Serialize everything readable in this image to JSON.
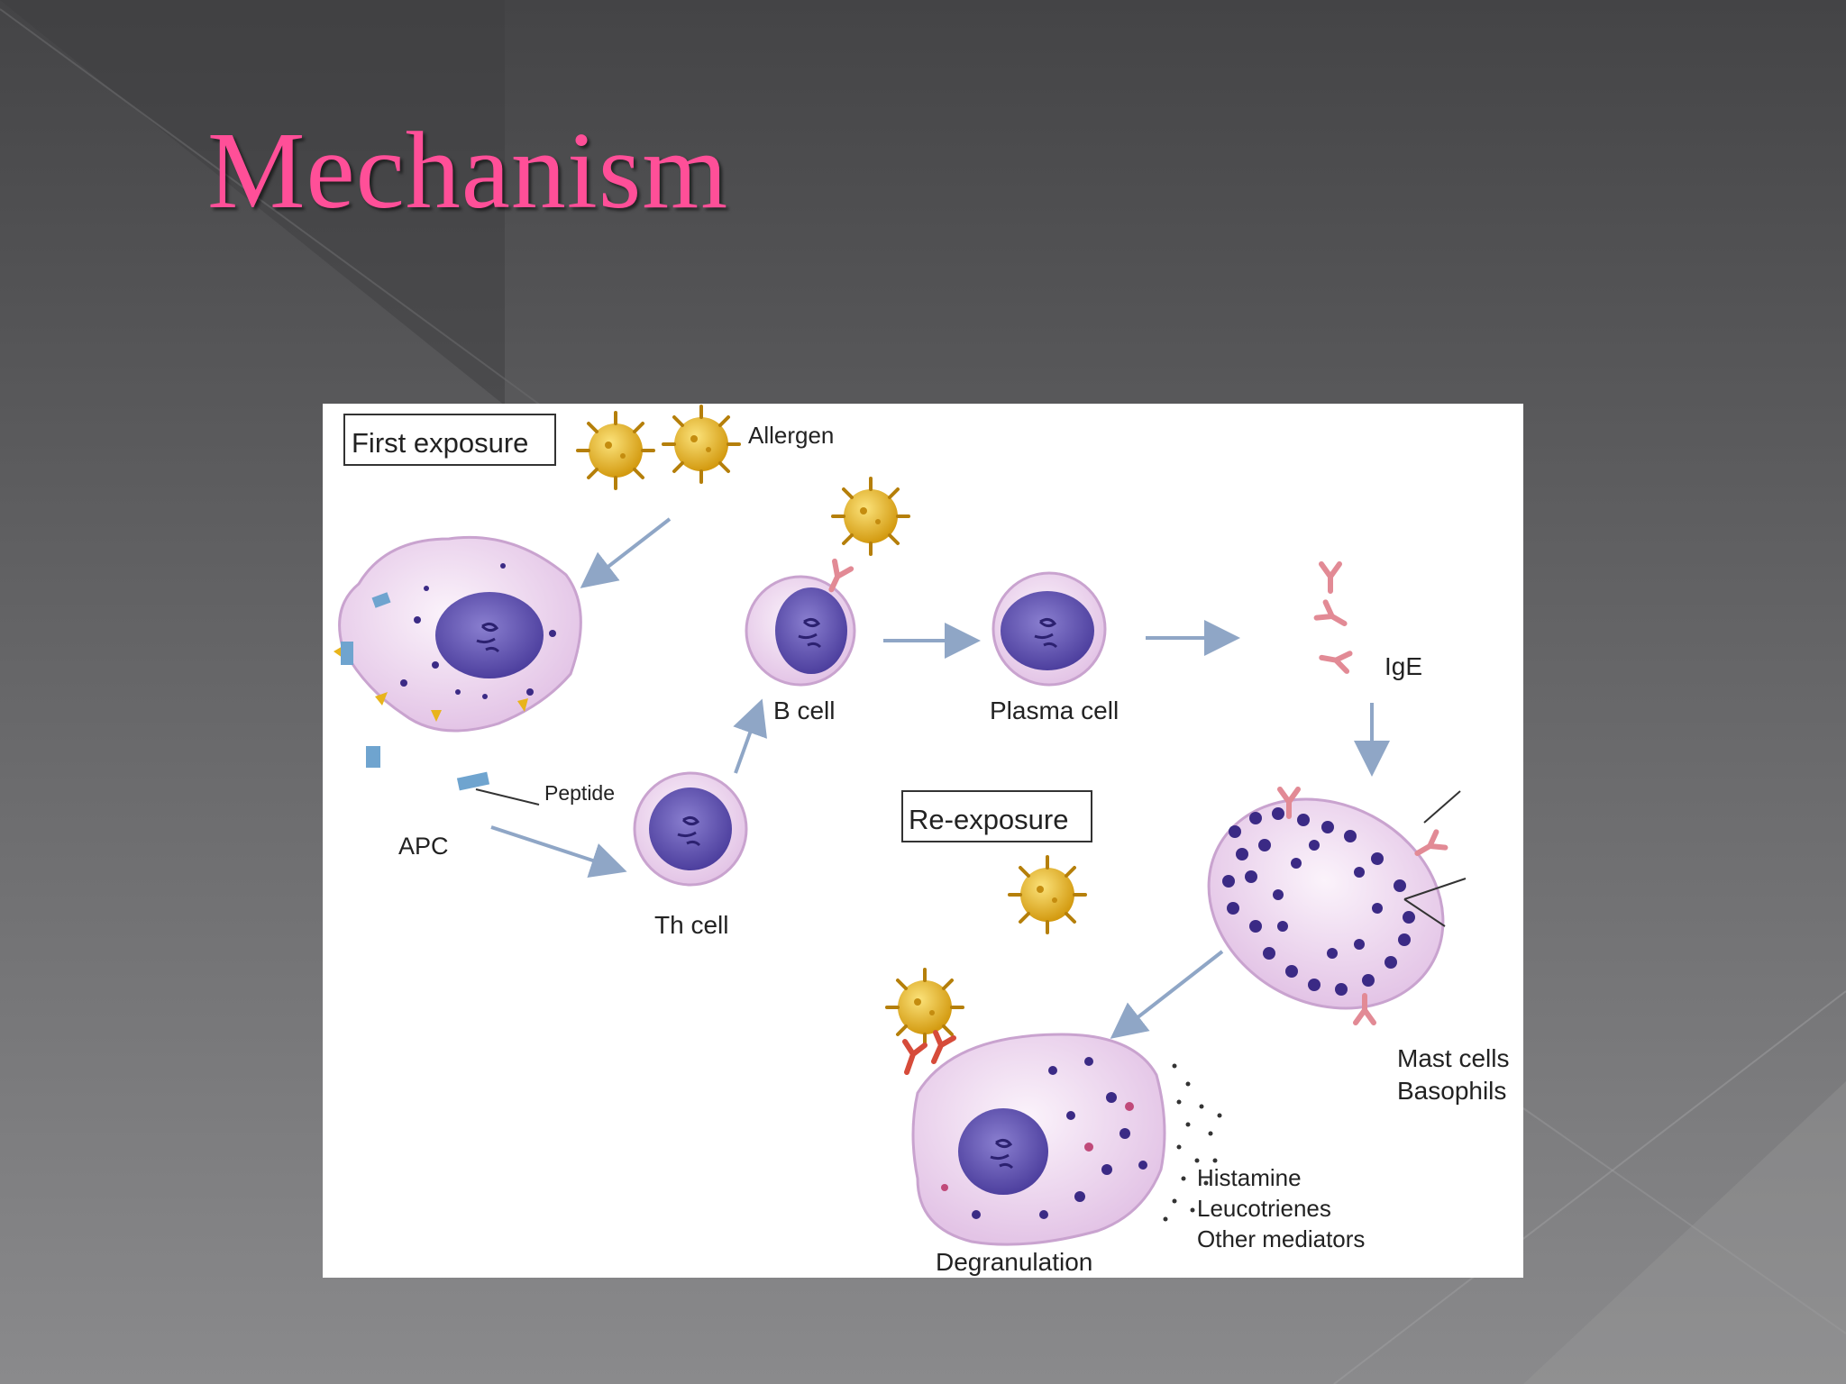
{
  "slide": {
    "title": "Mechanism",
    "title_color": "#ff4f98",
    "background_color": "#4a4a4c"
  },
  "figure": {
    "first_exposure": "First exposure",
    "re_exposure": "Re-exposure",
    "allergen": "Allergen",
    "apc": "APC",
    "peptide": "Peptide",
    "th_cell": "Th cell",
    "b_cell": "B cell",
    "plasma_cell": "Plasma cell",
    "ige": "IgE",
    "mast_cells": "Mast cells",
    "basophils": "Basophils",
    "degranulation": "Degranulation",
    "mediators": [
      "Histamine",
      "Leucotrienes",
      "Other mediators"
    ],
    "colors": {
      "arrow": "#8fa6c6",
      "allergen": "#e8b41c",
      "cell_membrane": "#f3e2f3",
      "nucleus": "#5a4fae",
      "antibody": "#e28a95",
      "granule": "#3b2a85"
    }
  }
}
